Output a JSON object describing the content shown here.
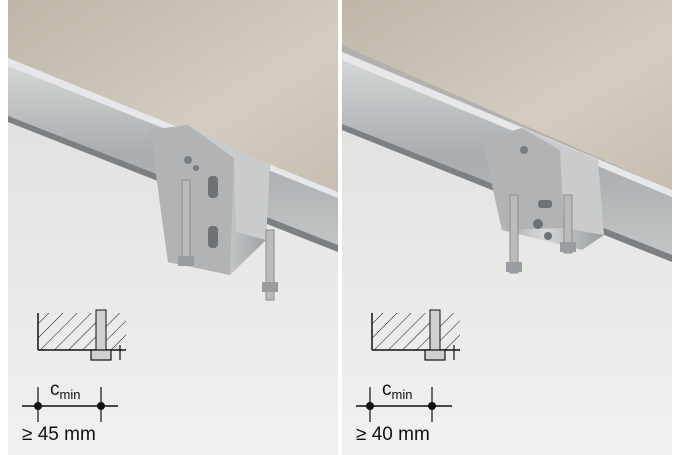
{
  "panels": [
    {
      "id": "left",
      "cmin_symbol": "c",
      "cmin_subscript": "min",
      "distance_label": "≥ 45 mm"
    },
    {
      "id": "right",
      "cmin_symbol": "c",
      "cmin_subscript": "min",
      "distance_label": "≥ 40 mm"
    }
  ],
  "colors": {
    "background": "#e9e9e6",
    "concrete": "#c9c2b5",
    "steel": "#b7b9ba",
    "steel_dark": "#8f9294",
    "line": "#111111"
  }
}
